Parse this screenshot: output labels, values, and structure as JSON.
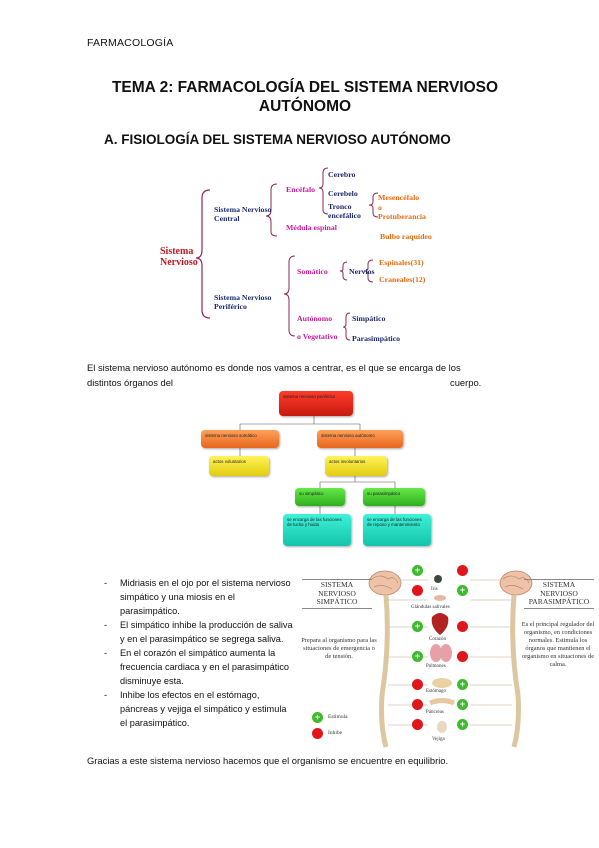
{
  "header": "FARMACOLOGÍA",
  "title": "TEMA 2: FARMACOLOGÍA DEL SISTEMA NERVIOSO AUTÓNOMO",
  "subtitle": "A.  FISIOLOGÍA DEL SISTEMA NERVIOSO AUTÓNOMO",
  "tree": {
    "root": "Sistema Nervioso",
    "central": "Sistema Nervioso Central",
    "periferico": "Sistema Nervioso Periférico",
    "encefalo": "Encéfalo",
    "medula": "Médula espinal",
    "cerebro": "Cerebro",
    "cerebelo": "Cerebelo",
    "tronco": "Tronco encefálico",
    "mesencefalo": "Mesencéfalo",
    "o": "o",
    "protuberancia": "Protuberancia",
    "bulbo": "Bulbo raquídeo",
    "somatico": "Somático",
    "nervios": "Nervios",
    "espinales": "Espinales(31)",
    "craneales": "Craneales(12)",
    "autonomo": "Autónomo",
    "o_vegetativo": "o Vegetativo",
    "simpatico": "Simpático",
    "parasimpatico": "Parasimpático"
  },
  "para1": "El sistema nervioso autónomo es donde nos vamos a centrar, es el que se encarga de los distintos órganos del",
  "para1_end": "cuerpo.",
  "flow": {
    "top": "sistema nervioso periférico",
    "left": "sistema nervioso somático",
    "right": "sistema nervioso autónomo",
    "actos_vol": "actos voluntarios",
    "actos_inv": "actos involuntarios",
    "simp": "su simpático",
    "para": "su parasimpático",
    "simp_desc": "se encarga de las funciones de lucha y huida",
    "para_desc": "se encarga de las funciones de reposo y mantenimiento"
  },
  "bullets": [
    "Midriasis en el ojo por el sistema nervioso simpático y una miosis en el parasimpático.",
    "El simpático inhibe la producción de saliva y en el parasimpático se segrega saliva.",
    "En el corazón el simpático aumenta la frecuencia cardiaca y en el parasimpático disminuye esta.",
    "Inhibe los efectos en el estómago, páncreas y vejiga el simpático y estimula el parasimpático."
  ],
  "figure": {
    "left_title": "SISTEMA NERVIOSO SIMPÁTICO",
    "right_title": "SISTEMA NERVIOSO PARASIMPÁTICO",
    "left_desc": "Prepara al organismo para las situaciones de emergencia o de tensión.",
    "right_desc": "Es el principal regulador del organismo, en condiciones normales. Estimula los órganos que mantienen el organismo en situaciones de calma.",
    "organs": [
      "Iris",
      "Glándulas salivales",
      "Corazón",
      "Pulmones",
      "Estómago",
      "Páncreas",
      "Vejiga"
    ],
    "legend_estimula": "Estimula",
    "legend_inhibe": "Inhibe",
    "colors": {
      "estimula": "#3dba2e",
      "inhibe": "#e0161b"
    }
  },
  "closing": "Gracias a este sistema nervioso hacemos que el organismo se encuentre en equilibrio."
}
